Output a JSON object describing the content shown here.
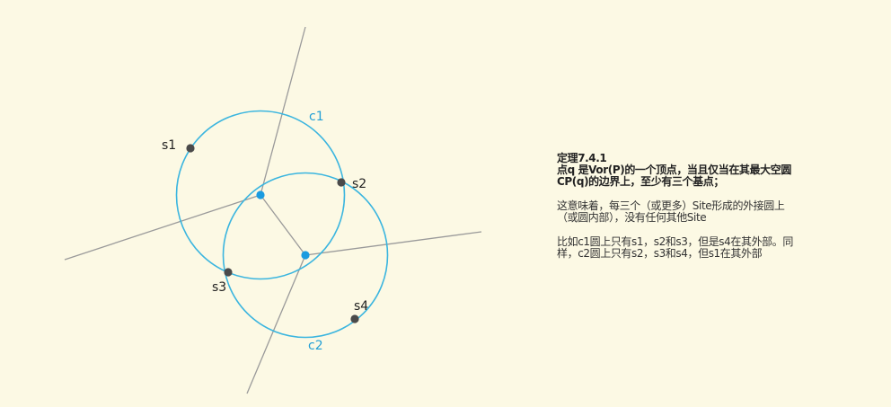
{
  "diagram": {
    "sites": [
      {
        "name": "s1",
        "label": "s1"
      },
      {
        "name": "s2",
        "label": "s2"
      },
      {
        "name": "s3",
        "label": "s3"
      },
      {
        "name": "s4",
        "label": "s4"
      }
    ],
    "circles": [
      {
        "name": "c1",
        "label": "c1"
      },
      {
        "name": "c2",
        "label": "c2"
      }
    ],
    "colors": {
      "background": "#fcf9e4",
      "circle": "#3ab5df",
      "edge": "#9a9a9a",
      "site": "#4a4a4a",
      "vertex": "#1a9be0",
      "circle_label": "#22a0d6"
    }
  },
  "text": {
    "theorem_title": "定理7.4.1",
    "theorem_body": "点q 是Vor(P)的一个顶点，当且仅当在其最大空圆\nCP(q)的边界上，至少有三个基点；",
    "para1": "这意味着，每三个（或更多）Site形成的外接圆上\n（或圆内部），没有任何其他Site",
    "para2": "比如c1圆上只有s1，s2和s3，但是s4在其外部。同\n样，c2圆上只有s2，s3和s4，但s1在其外部"
  }
}
